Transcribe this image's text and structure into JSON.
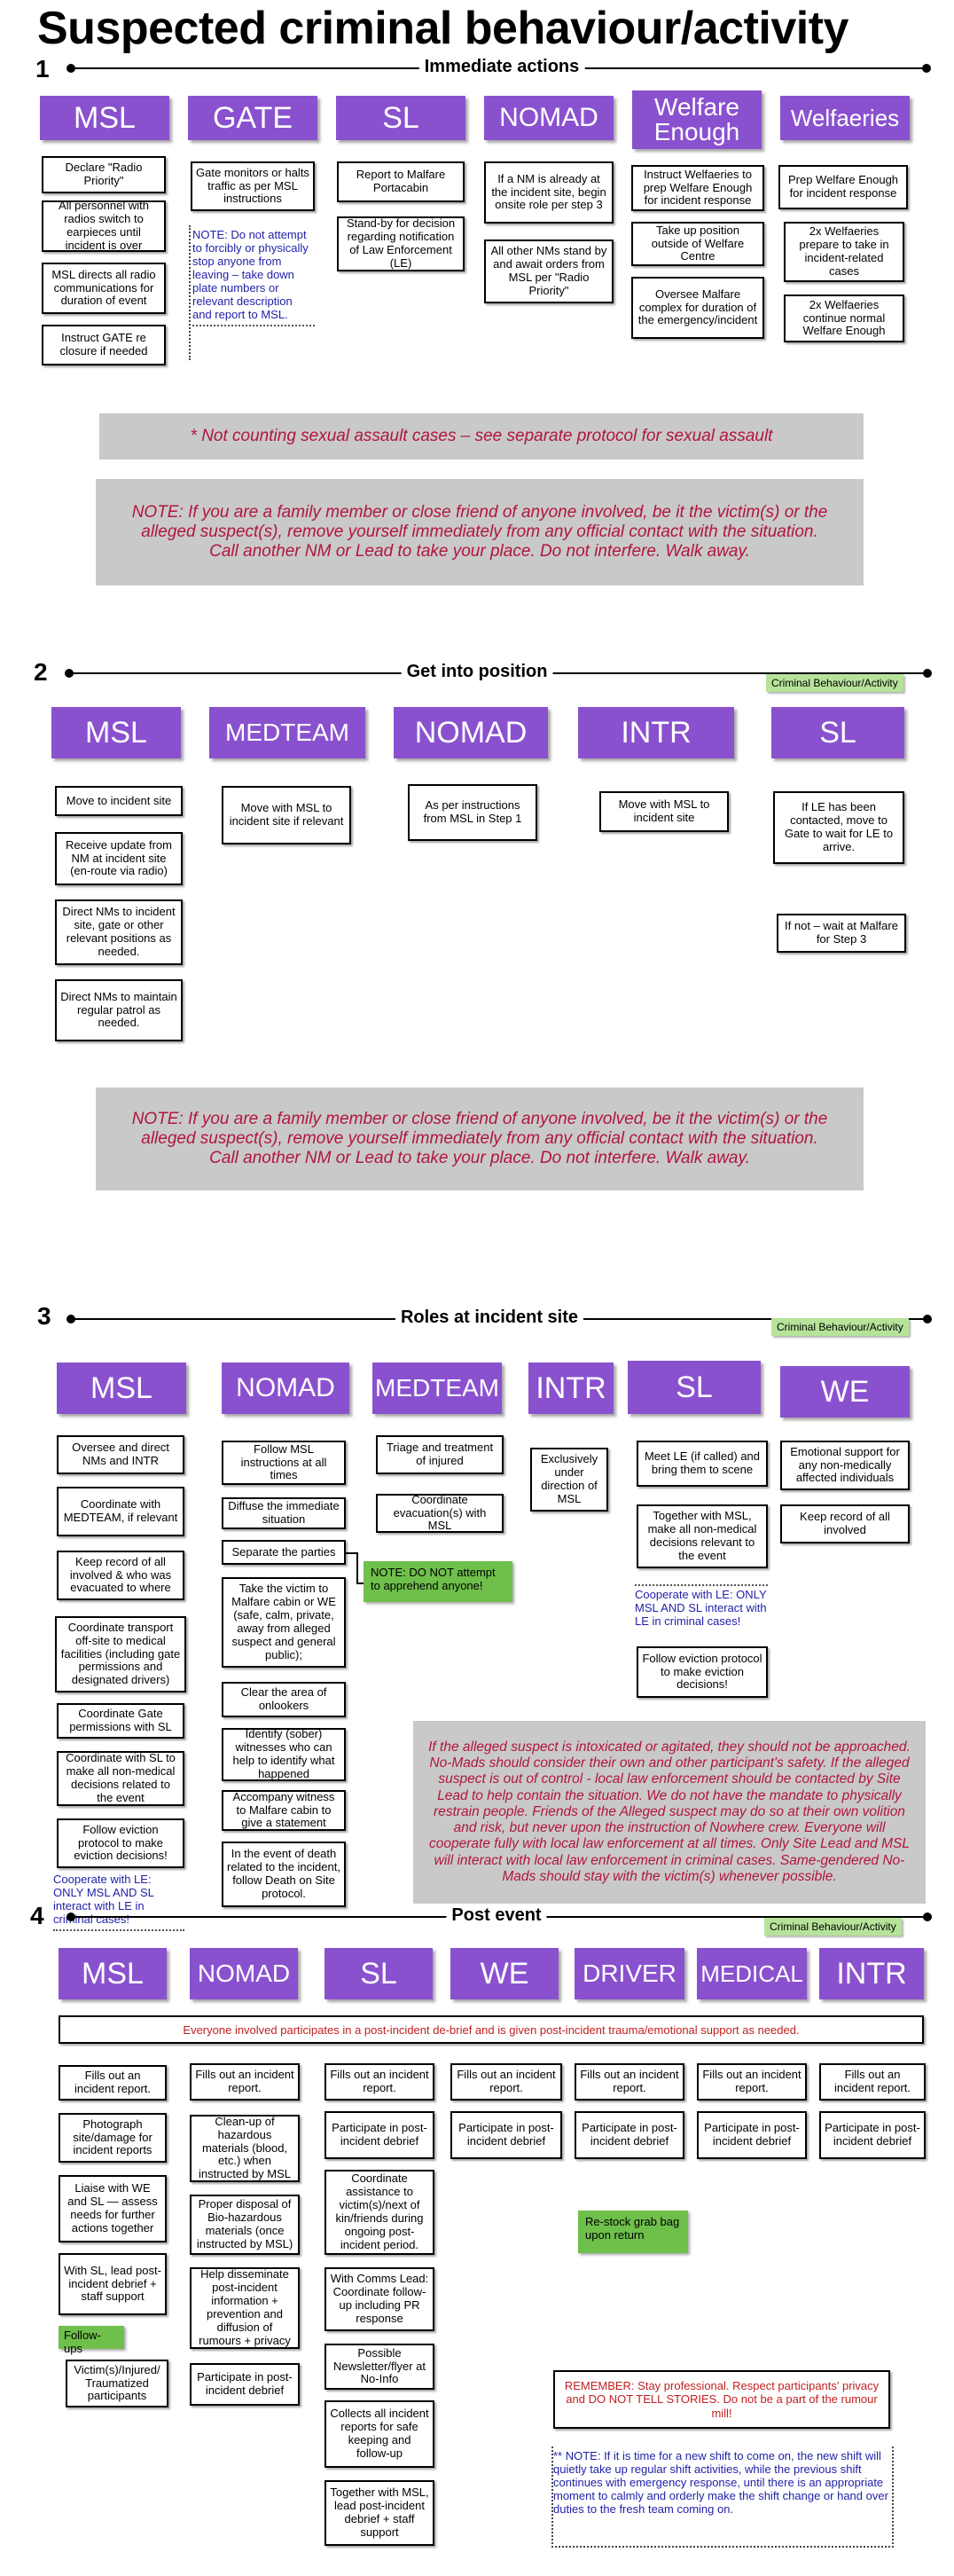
{
  "title": "Suspected criminal behaviour/activity",
  "tag_label": "Criminal Behaviour/Activity",
  "colors": {
    "header": "#8a51cf",
    "note_red": "#b0163e",
    "note_gray": "#c9c9c9",
    "note_blue": "#1f1fa8",
    "tag_green": "#b6e39a",
    "callout_green": "#6fbf4b"
  },
  "family_note": {
    "line1": "NOTE: If you are a family member or close friend of anyone involved, be it the victim(s) or the alleged suspect(s), remove yourself immediately from any official contact with the situation.",
    "line2": "Call another NM or Lead to take your place. Do not interfere. Walk away."
  },
  "step1": {
    "number": "1",
    "title": "Immediate actions",
    "headers": [
      "MSL",
      "GATE",
      "SL",
      "NOMAD",
      "Welfare Enough",
      "Welfaeries"
    ],
    "msl": [
      "Declare \"Radio Priority\"",
      "All personnel with radios switch to earpieces until incident is over",
      "MSL directs all radio communications for duration of event",
      "Instruct GATE re closure if needed"
    ],
    "gate": [
      "Gate monitors or halts traffic as per MSL instructions"
    ],
    "gate_note": "NOTE: Do not attempt to forcibly or physically stop anyone from leaving – take down plate numbers or relevant description and report to MSL.",
    "sl": [
      "Report to Malfare Portacabin",
      "Stand-by for decision regarding notification of Law Enforcement (LE)"
    ],
    "nomad": [
      "If a NM is already at the incident site, begin onsite role per step 3",
      "All other NMs stand by and await orders from MSL per \"Radio Priority\""
    ],
    "welfare": [
      "Instruct Welfaeries to prep Welfare Enough for incident response",
      "Take up position outside of Welfare Centre",
      "Oversee Malfare complex for duration of the emergency/incident"
    ],
    "welfaeries": [
      "Prep Welfare Enough for incident response",
      "2x Welfaeries prepare to take in incident-related cases",
      "2x Welfaeries continue normal Welfare Enough"
    ],
    "sexual_note": "* Not counting sexual assault cases – see separate protocol for sexual assault"
  },
  "step2": {
    "number": "2",
    "title": "Get into position",
    "headers": [
      "MSL",
      "MEDTEAM",
      "NOMAD",
      "INTR",
      "SL"
    ],
    "msl": [
      "Move to incident site",
      "Receive update from NM at incident site (en-route via radio)",
      "Direct NMs to incident site, gate or other relevant positions as needed.",
      "Direct NMs to maintain regular patrol as needed."
    ],
    "medteam": [
      "Move with MSL to incident site if relevant"
    ],
    "nomad": [
      "As per instructions from MSL in Step 1"
    ],
    "intr": [
      "Move with MSL to incident site"
    ],
    "sl": [
      "If LE has been contacted, move to Gate to wait for LE to arrive.",
      "If not – wait at Malfare for Step 3"
    ]
  },
  "step3": {
    "number": "3",
    "title": "Roles at incident site",
    "headers": [
      "MSL",
      "NOMAD",
      "MEDTEAM",
      "INTR",
      "SL",
      "WE"
    ],
    "msl": [
      "Oversee and direct NMs and INTR",
      "Coordinate with MEDTEAM, if relevant",
      "Keep record of all involved & who was evacuated to where",
      "Coordinate transport off-site to medical facilities (including gate permissions and designated drivers)",
      "Coordinate Gate permissions with SL",
      "Coordinate with SL to make all non-medical decisions related to the event",
      "Follow eviction protocol to make eviction decisions!"
    ],
    "msl_note": "Cooperate with LE: ONLY MSL AND SL interact with LE in criminal cases!",
    "nomad": [
      "Follow MSL instructions at all times",
      "Diffuse the immediate situation",
      "Separate the parties",
      "Take the victim to Malfare cabin or WE (safe, calm, private, away from alleged suspect and general public);",
      "Clear the area of onlookers",
      "Identify (sober) witnesses who can help to identify what happened",
      "Accompany witness to Malfare cabin to give a statement",
      "In the event of death related to the incident, follow Death on Site protocol."
    ],
    "nomad_note": "NOTE: DO NOT attempt to apprehend anyone!",
    "medteam": [
      "Triage and treatment of injured",
      "Coordinate evacuation(s) with MSL"
    ],
    "intr": [
      "Exclusively under direction of MSL"
    ],
    "sl": [
      "Meet LE (if called) and bring them to scene",
      "Together with MSL, make all non-medical decisions relevant to the event",
      "Follow eviction protocol to make eviction decisions!"
    ],
    "sl_note": "Cooperate with LE: ONLY MSL AND SL interact with LE in criminal cases!",
    "we": [
      "Emotional support for any non-medically affected individuals",
      "Keep record of all involved"
    ],
    "suspect_note": "If the alleged suspect is intoxicated or agitated, they should not be approached. No-Mads should consider their own and other participant's safety. If the alleged suspect is out of control - local law enforcement should be contacted by Site Lead to help contain the situation. We do not have the mandate to physically restrain people. Friends of the Alleged suspect may do so at their own volition and risk, but never upon the instruction of Nowhere crew. Everyone will cooperate fully with local law enforcement at all times. Only Site Lead and MSL will interact with local law enforcement in criminal cases. Same-gendered No-Mads should stay with the victim(s) whenever possible."
  },
  "step4": {
    "number": "4",
    "title": "Post event",
    "headers": [
      "MSL",
      "NOMAD",
      "SL",
      "WE",
      "DRIVER",
      "MEDICAL",
      "INTR"
    ],
    "everyone": "Everyone involved participates in a post-incident de-brief and is given post-incident trauma/emotional support as needed.",
    "msl": [
      "Fills out an incident report.",
      "Photograph site/damage for incident reports",
      "Liaise with WE and SL — assess needs for further actions together",
      "With SL, lead post-incident debrief + staff support"
    ],
    "followups": "Follow-ups",
    "followups_box": "Victim(s)/Injured/ Traumatized participants",
    "nomad": [
      "Fills out an incident report.",
      "Clean-up of hazardous materials (blood, etc.) when instructed by MSL",
      "Proper disposal of Bio-hazardous materials (once instructed by MSL)",
      "Help disseminate post-incident information + prevention and diffusion of rumours + privacy",
      "Participate in post-incident debrief"
    ],
    "sl": [
      "Fills out an incident report.",
      "Participate in post-incident debrief",
      "Coordinate assistance to victim(s)/next of kin/friends during ongoing post-incident period.",
      "With Comms Lead: Coordinate follow-up including PR response",
      "Possible Newsletter/flyer at No-Info",
      "Collects all incident reports for safe keeping and follow-up",
      "Together with MSL, lead post-incident debrief + staff support"
    ],
    "we": [
      "Fills out an incident report.",
      "Participate in post-incident debrief"
    ],
    "driver": [
      "Fills out an incident report.",
      "Participate in post-incident debrief"
    ],
    "driver_note": "Re-stock grab bag upon return",
    "medical": [
      "Fills out an incident report.",
      "Participate in post-incident debrief"
    ],
    "intr": [
      "Fills out an incident report.",
      "Participate in post-incident debrief"
    ],
    "remember": "REMEMBER: Stay professional. Respect participants' privacy and DO NOT TELL STORIES. Do not be a part of the rumour mill!",
    "shift_note": "** NOTE: If it is time for a new shift to come on, the new shift will quietly take up regular shift activities, while the previous shift continues with emergency response, until there is an appropriate moment to calmly and orderly make the shift change or hand over duties to the fresh team coming on."
  }
}
